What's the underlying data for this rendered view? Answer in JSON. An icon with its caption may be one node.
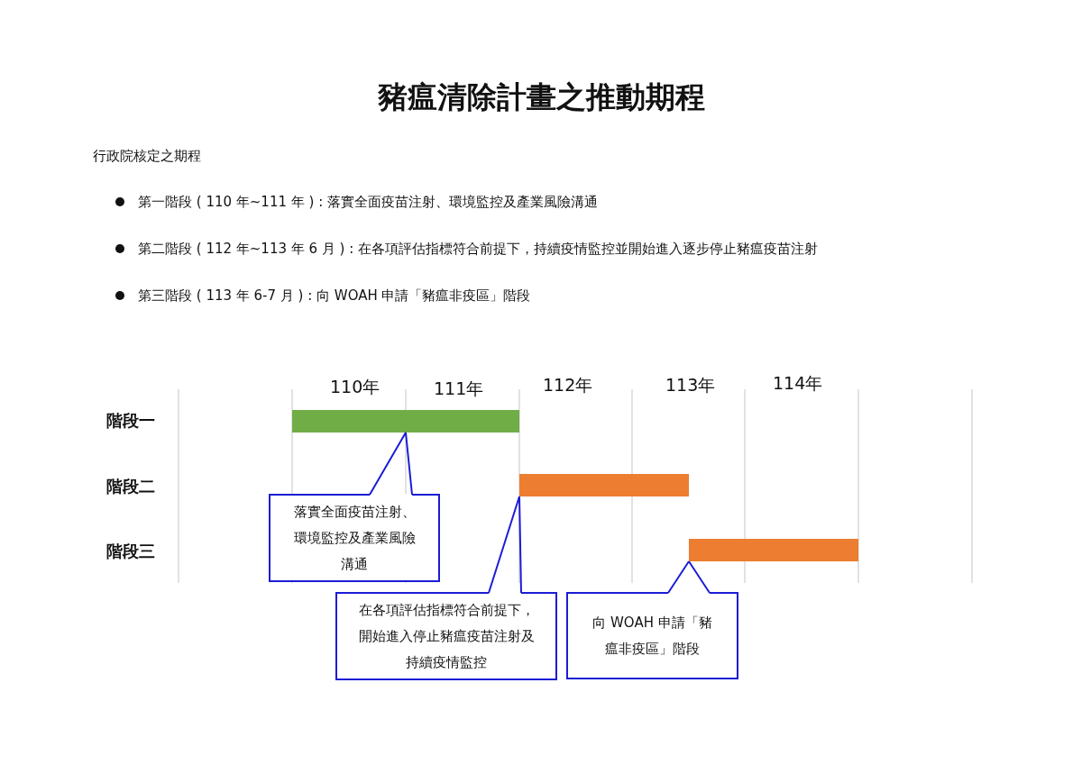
{
  "diagram": {
    "title": "豬瘟清除計畫之推動期程",
    "nodes": [
      {
        "text": [],
        "shape": "bar"
      },
      {
        "text": [],
        "shape": "bar"
      },
      {
        "text": [],
        "shape": "bar"
      },
      {
        "text": [
          "落實全面疫苗注射、環境監控及產業風險溝通"
        ]
      },
      {
        "text": [
          "在各項評估指標符合前提下，開始進入停止豬瘟疫苗注射及持續疫情監控"
        ]
      },
      {
        "text": [
          "向 WOAH 申請「豬瘟非疫區」階段"
        ]
      }
    ],
    "edges": [
      {
        "from": 3,
        "to": 0,
        "arrow": "none"
      },
      {
        "from": 4,
        "to": 1,
        "arrow": "none"
      },
      {
        "from": 5,
        "to": 2,
        "arrow": "none"
      }
    ],
    "labels": [
      "行政院核定之期程",
      "第一階段 ( 110 年~111 年 ) : 落實全面疫苗注射、環境監控及產業風險溝通",
      "第二階段 ( 112 年~113 年 6 月 ) : 在各項評估指標符合前提下，持續疫情監控並開始進入逐步停止豬瘟疫苗注射",
      "第三階段 ( 113 年 6-7 月 ) : 向 WOAH 申請「豬瘟非疫區」階段",
      "110年",
      "111年",
      "112年",
      "113年",
      "114年",
      "階段一",
      "階段二",
      "階段三"
    ]
  }
}
